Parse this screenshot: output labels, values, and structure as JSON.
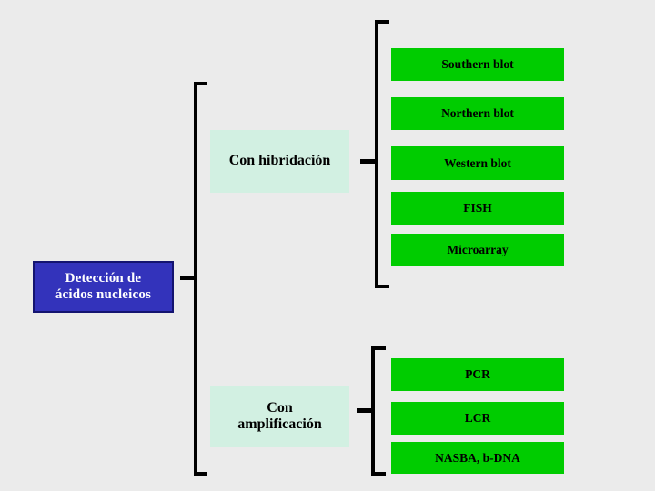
{
  "diagram": {
    "title_node": {
      "label": "Detección de\nácidos nucleicos",
      "color": "#3333bb",
      "text_color": "#ffffff",
      "border_color": "#141470"
    },
    "background_color": "#ebebeb",
    "group_color": "#d2f0e2",
    "leaf_color": "#00cc00",
    "bracket_color": "#000000",
    "groups": [
      {
        "label": "Con hibridación",
        "leaves": [
          {
            "label": "Southern blot"
          },
          {
            "label": "Northern blot"
          },
          {
            "label": "Western blot"
          },
          {
            "label": "FISH"
          },
          {
            "label": "Microarray"
          }
        ]
      },
      {
        "label": "Con\namplificación",
        "leaves": [
          {
            "label": "PCR"
          },
          {
            "label": "LCR"
          },
          {
            "label": "NASBA, b-DNA"
          }
        ]
      }
    ]
  }
}
